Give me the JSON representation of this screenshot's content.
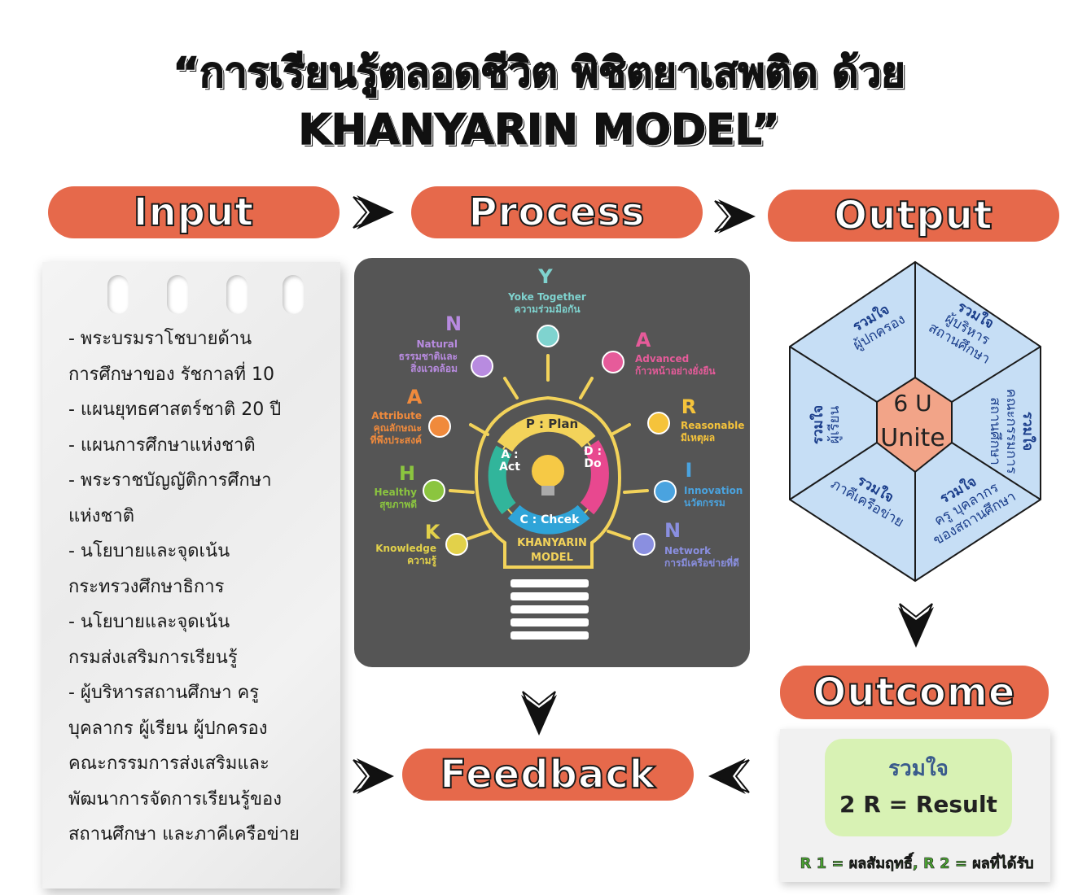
{
  "title": {
    "line1": "“การเรียนรู้ตลอดชีวิต พิชิตยาเสพติด ด้วย",
    "line2": "KHANYARIN MODEL”"
  },
  "stages": {
    "input": "Input",
    "process": "Process",
    "output": "Output",
    "outcome": "Outcome",
    "feedback": "Feedback"
  },
  "input_items": [
    "- พระบรมราโชบายด้าน",
    "การศึกษาของ รัชกาลที่ 10",
    "- แผนยุทธศาสตร์ชาติ 20 ปี",
    "- แผนการศึกษาแห่งชาติ",
    "- พระราชบัญญัติการศึกษา",
    "แห่งชาติ",
    "- นโยบายและจุดเน้น",
    "กระทรวงศึกษาธิการ",
    "- นโยบายและจุดเน้น",
    "กรมส่งเสริมการเรียนรู้",
    "- ผู้บริหารสถานศึกษา ครู",
    "บุคลากร ผู้เรียน ผู้ปกครอง",
    "คณะกรรมการส่งเสริมและ",
    "พัฒนาการจัดการเรียนรู้ของ",
    "สถานศึกษา และภาคีเครือข่าย"
  ],
  "process": {
    "model_line1": "KHANYARIN",
    "model_line2": "MODEL",
    "pdca": {
      "plan": "P : Plan",
      "do": "D : Do",
      "check": "C : Chcek",
      "act": "A : Act"
    },
    "elements": [
      {
        "letter": "Y",
        "en": "Yoke Together",
        "th": "ความร่วมมือกัน",
        "color": "#7fd3cf"
      },
      {
        "letter": "A",
        "en": "Advanced",
        "th": "ก้าวหน้าอย่างยั่งยืน",
        "color": "#e65b9a"
      },
      {
        "letter": "R",
        "en": "Reasonable",
        "th": "มีเหตุผล",
        "color": "#f5c33b"
      },
      {
        "letter": "I",
        "en": "Innovation",
        "th": "นวัตกรรม",
        "color": "#4aa3df"
      },
      {
        "letter": "N",
        "en": "Network",
        "th": "การมีเครือข่ายที่ดี",
        "color": "#8a8fe0"
      },
      {
        "letter": "N",
        "en": "Natural",
        "th_line1": "ธรรมชาติและ",
        "th_line2": "สิ่งแวดล้อม",
        "color": "#b88be0"
      },
      {
        "letter": "A",
        "en": "Attribute",
        "th_line1": "คุณลักษณะ",
        "th_line2": "ที่พึงประสงค์",
        "color": "#f08a3c"
      },
      {
        "letter": "H",
        "en": "Healthy",
        "th": "สุขภาพดี",
        "color": "#8bc53f"
      },
      {
        "letter": "K",
        "en": "Knowledge",
        "th": "ความรู้",
        "color": "#e2d14a"
      }
    ]
  },
  "output": {
    "center_line1": "6 U",
    "center_line2": "Unite",
    "segments": [
      {
        "head": "รวมใจ",
        "body": "ผู้ปกครอง"
      },
      {
        "head": "รวมใจ",
        "body_line1": "ผู้บริหาร",
        "body_line2": "สถานศึกษา"
      },
      {
        "head": "รวมใจ",
        "body_line1": "คณะกรรมการ",
        "body_line2": "สถานศึกษา"
      },
      {
        "head": "รวมใจ",
        "body_line1": "ครู บุคลากร",
        "body_line2": "ของสถานศึกษา"
      },
      {
        "head": "รวมใจ",
        "body": "ภาคีเครือข่าย"
      },
      {
        "head": "รวมใจ",
        "body": "ผู้เรียน"
      }
    ]
  },
  "outcome": {
    "head": "รวมใจ",
    "result": "2 R = Result",
    "footnote": "R 1  = ผลสัมฤทธิ์,   R 2 = ผลที่ได้รับ"
  }
}
